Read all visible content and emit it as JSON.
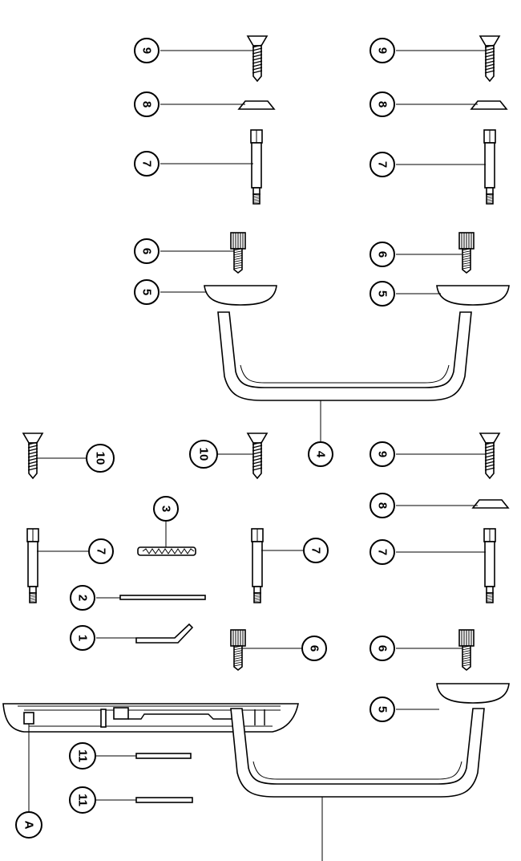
{
  "callouts": [
    {
      "label": "9"
    },
    {
      "label": "8"
    },
    {
      "label": "7"
    },
    {
      "label": "6"
    },
    {
      "label": "5"
    },
    {
      "label": "9"
    },
    {
      "label": "8"
    },
    {
      "label": "7"
    },
    {
      "label": "6"
    },
    {
      "label": "5"
    },
    {
      "label": "4"
    },
    {
      "label": "10"
    },
    {
      "label": "10"
    },
    {
      "label": "3"
    },
    {
      "label": "7"
    },
    {
      "label": "7"
    },
    {
      "label": "2"
    },
    {
      "label": "1"
    },
    {
      "label": "6"
    },
    {
      "label": "9"
    },
    {
      "label": "8"
    },
    {
      "label": "7"
    },
    {
      "label": "6"
    },
    {
      "label": "5"
    },
    {
      "label": "11"
    },
    {
      "label": "11"
    },
    {
      "label": "A"
    }
  ]
}
